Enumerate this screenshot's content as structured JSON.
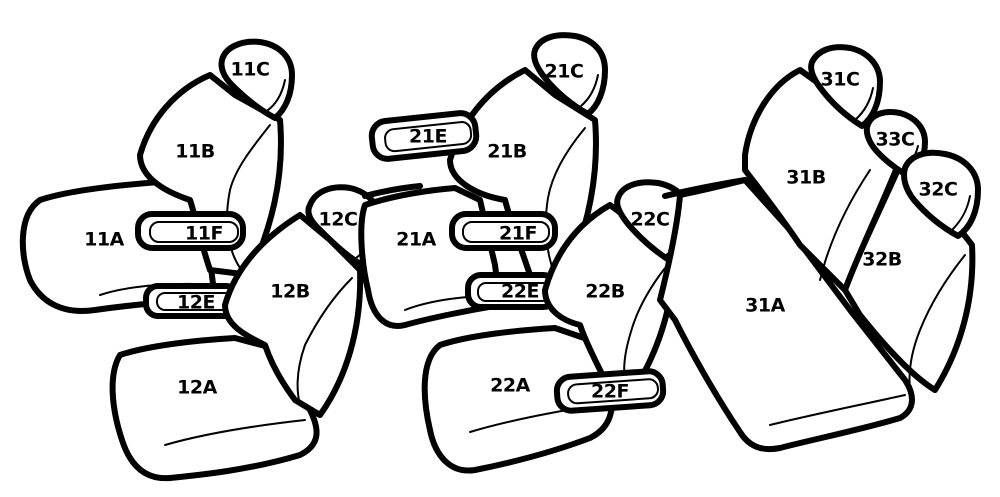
{
  "labels": {
    "11A": "11A",
    "11B": "11B",
    "11C": "11C",
    "11E": "12E",
    "11F": "11F",
    "12A": "12A",
    "12B": "12B",
    "12C": "12C",
    "21A": "21A",
    "21B": "21B",
    "21C": "21C",
    "21E": "21E",
    "21F": "21F",
    "22E": "22E",
    "22A": "22A",
    "22B": "22B",
    "22C": "22C",
    "22F": "22F",
    "31A": "31A",
    "31B": "31B",
    "31C": "31C",
    "32B": "32B",
    "32C": "32C",
    "33C": "33C"
  }
}
